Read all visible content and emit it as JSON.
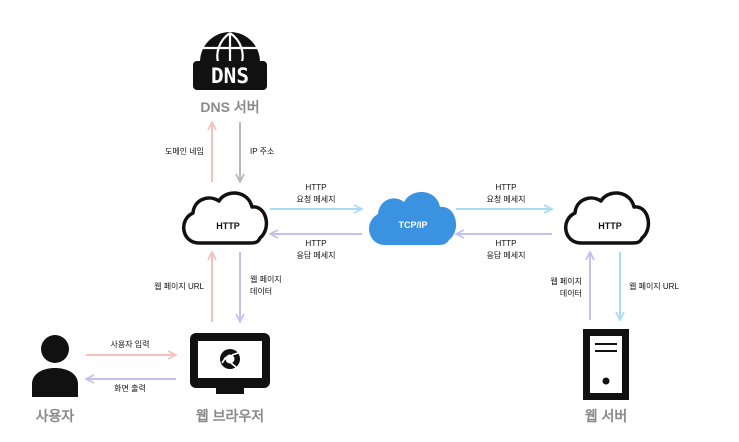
{
  "colors": {
    "pink": "#f3c2bd",
    "gray": "#b9b9b9",
    "blue": "#a9dcf4",
    "lavender": "#c3c1f2",
    "tcp": "#3a92e0",
    "black": "#111111"
  },
  "nodes": {
    "dns_icon_text": "DNS",
    "dns_server": "DNS 서버",
    "http_left": "HTTP",
    "tcpip": "TCP/IP",
    "http_right": "HTTP",
    "user": "사용자",
    "web_browser": "웹 브라우저",
    "web_server": "웹 서버"
  },
  "labels": {
    "domain_name": "도메인 네임",
    "ip_address": "IP 주소",
    "req_left_1": "HTTP",
    "req_left_2": "요청 메세지",
    "res_left_1": "HTTP",
    "res_left_2": "응답 메세지",
    "req_right_1": "HTTP",
    "req_right_2": "요청 메세지",
    "res_right_1": "HTTP",
    "res_right_2": "응답 메세지",
    "page_url_left": "웹 페이지 URL",
    "page_data_left_1": "웹 페이지",
    "page_data_left_2": "데이터",
    "page_data_right_1": "웹 페이지",
    "page_data_right_2": "데이터",
    "page_url_right": "웹 페이지 URL",
    "user_input": "사용자 입력",
    "screen_output": "화면 출력"
  },
  "icons": {
    "dns": "dns-globe-icon",
    "cloud": "cloud-icon",
    "monitor": "monitor-icon",
    "browser": "chrome-icon",
    "user": "user-icon",
    "server": "server-icon"
  }
}
